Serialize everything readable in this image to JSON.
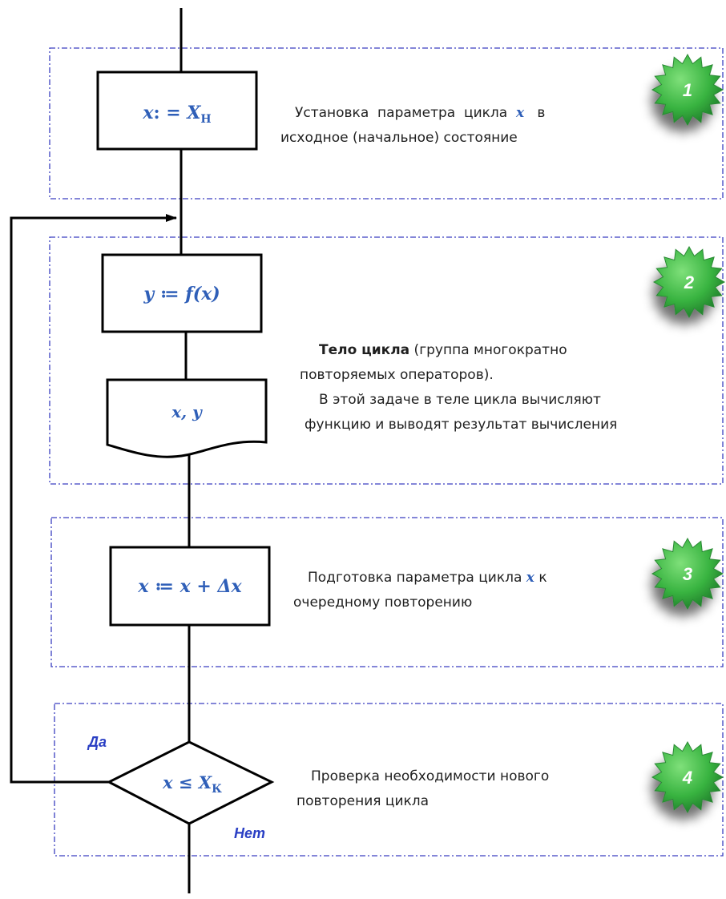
{
  "blocks": [
    {
      "number": "1",
      "formula": {
        "lhs": "x",
        "op": ": = ",
        "rhs": "X",
        "sub": "Н"
      },
      "desc_lines": [
        "Установка  параметра  цикла  ",
        "в",
        "исходное (начальное) состояние"
      ],
      "desc_var": "x"
    },
    {
      "number": "2",
      "formula": {
        "lhs": "y",
        "op": " ≔ ",
        "rhs": "f(x)"
      },
      "output": "x, y",
      "desc_bold": "Тело цикла",
      "desc_lines": [
        " (группа многократно",
        "повторяемых операторов).",
        "В этой задаче в теле цикла вычисляют",
        "функцию и выводят результат вычисления"
      ]
    },
    {
      "number": "3",
      "formula": {
        "lhs": "x",
        "op": " ≔ ",
        "rhs": "x + Δx"
      },
      "desc_lines": [
        "Подготовка параметра цикла ",
        " к",
        "очередному повторению"
      ],
      "desc_var": "x"
    },
    {
      "number": "4",
      "formula": {
        "lhs": "x",
        "op": " ≤ ",
        "rhs": "X",
        "sub": "К"
      },
      "desc_lines": [
        "Проверка необходимости нового",
        "повторения цикла"
      ]
    }
  ],
  "branch_labels": {
    "yes": "Да",
    "no": "Нет"
  },
  "colors": {
    "line": "#000000",
    "frame": "#3a3fc0",
    "math": "#2f5fb8",
    "badge": "#3cb043",
    "badge_dark": "#1f7a2a"
  },
  "icons": [
    "green-starburst-badge-icon"
  ]
}
